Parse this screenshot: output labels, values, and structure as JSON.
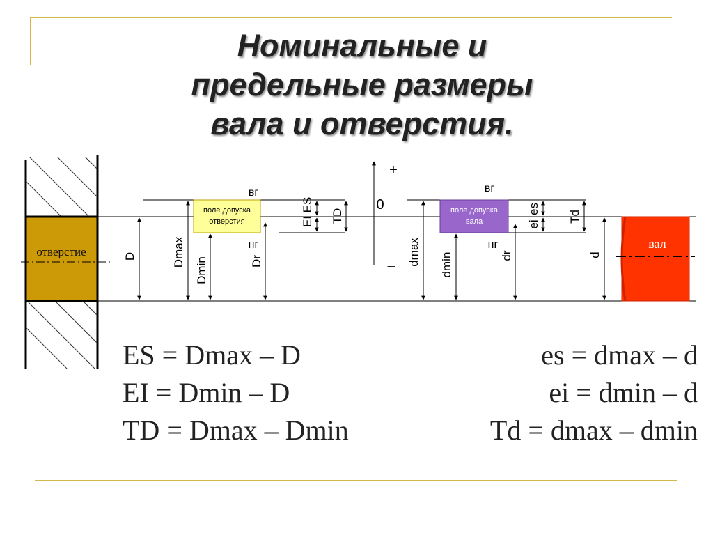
{
  "title_lines": [
    "Номинальные и",
    "предельные размеры",
    "вала и отверстия."
  ],
  "diagram": {
    "plus_label": "+",
    "zero_label": "0",
    "minus_label": "–",
    "hole": {
      "label": "отверстие",
      "tolerance_field": [
        "поле допуска",
        "отверстия"
      ],
      "upper_label": "вг",
      "lower_label": "нг",
      "dims": {
        "D": "D",
        "Dmax": "Dmax",
        "Dmin": "Dmin",
        "Dr": "Dr",
        "EI": "EI",
        "ES": "ES",
        "TD": "TD"
      }
    },
    "shaft": {
      "label": "вал",
      "tolerance_field": [
        "поле допуска",
        "вала"
      ],
      "upper_label": "вг",
      "lower_label": "нг",
      "dims": {
        "dmax": "dmax",
        "dmin": "dmin",
        "dr": "dr",
        "ei": "ei",
        "es": "es",
        "Td": "Td",
        "d": "d"
      }
    },
    "colors": {
      "hole_body": "#cc9a06",
      "hole_field": "#ffff99",
      "shaft_field": "#9966cc",
      "shaft_body": "#ff3300",
      "rule_gold": "#d4b84a"
    }
  },
  "formulas_left": [
    "ES = Dmax – D",
    "EI = Dmin – D",
    "TD = Dmax – Dmin"
  ],
  "formulas_right": [
    "es = dmax – d",
    "ei = dmin – d",
    "Td = dmax – dmin"
  ]
}
